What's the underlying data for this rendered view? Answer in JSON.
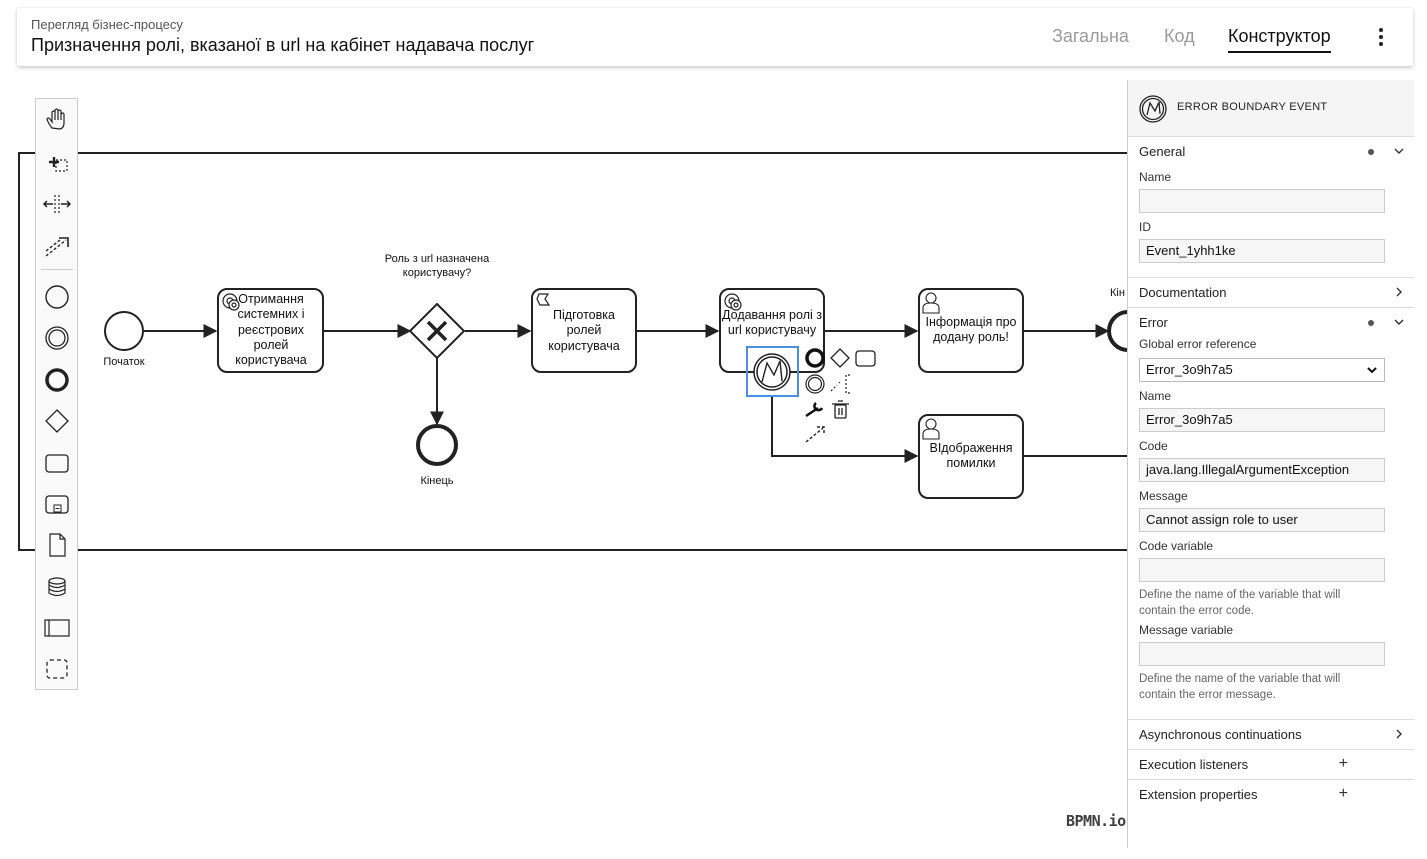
{
  "header": {
    "subtitle": "Перегляд бізнес-процесу",
    "title": "Призначення ролі, вказаної в url на кабінет надавача послуг",
    "tabs": [
      {
        "label": "Загальна",
        "active": false
      },
      {
        "label": "Код",
        "active": false
      },
      {
        "label": "Конструктор",
        "active": true
      }
    ],
    "menu_icon": "more-vert-icon"
  },
  "palette": {
    "tools": [
      "hand-tool-icon",
      "lasso-tool-icon",
      "space-tool-icon",
      "global-connect-tool-icon",
      "start-event-icon",
      "intermediate-event-icon",
      "end-event-icon",
      "gateway-icon",
      "task-icon",
      "subprocess-icon",
      "data-object-icon",
      "data-store-icon",
      "pool-icon",
      "group-icon"
    ]
  },
  "diagram": {
    "start_label": "Початок",
    "task1": "Отримання системних і реєстрових ролей користувача",
    "gateway_label": "Роль з url назначена користувачу?",
    "end1_label": "Кінець",
    "task2": "Підготовка ролей користувача",
    "task3": "Додавання ролі з url користувачу",
    "task4": "Інформація про додану роль!",
    "task5": "ВІдображення помилки",
    "end2_label": "Кін"
  },
  "properties": {
    "element_type": "ERROR BOUNDARY EVENT",
    "general": {
      "title": "General",
      "name_label": "Name",
      "name_value": "",
      "id_label": "ID",
      "id_value": "Event_1yhh1ke"
    },
    "documentation": {
      "title": "Documentation"
    },
    "error": {
      "title": "Error",
      "global_ref_label": "Global error reference",
      "global_ref_value": "Error_3o9h7a5",
      "name_label": "Name",
      "name_value": "Error_3o9h7a5",
      "code_label": "Code",
      "code_value": "java.lang.IllegalArgumentException",
      "message_label": "Message",
      "message_value": "Cannot assign role to user",
      "code_var_label": "Code variable",
      "code_var_value": "",
      "code_var_hint": "Define the name of the variable that will contain the error code.",
      "message_var_label": "Message variable",
      "message_var_value": "",
      "message_var_hint": "Define the name of the variable that will contain the error message."
    },
    "async": {
      "title": "Asynchronous continuations"
    },
    "listeners": {
      "title": "Execution listeners"
    },
    "extension": {
      "title": "Extension properties"
    }
  },
  "watermark": "BPMN.io"
}
